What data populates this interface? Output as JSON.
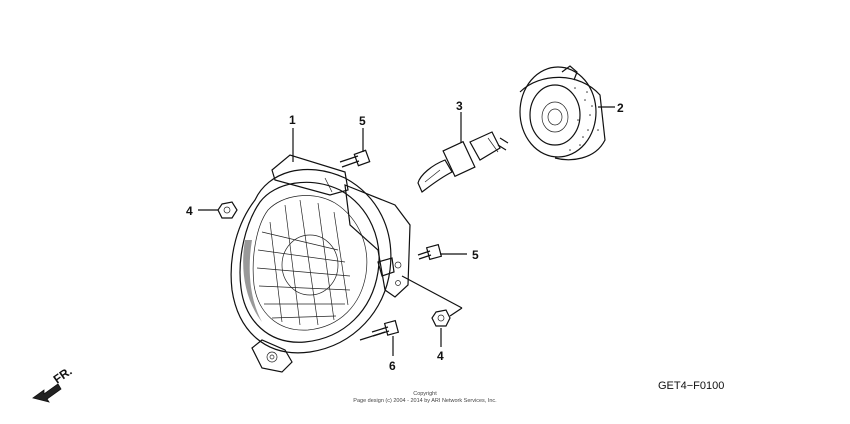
{
  "callouts": {
    "c1": "1",
    "c2": "2",
    "c3": "3",
    "c4a": "4",
    "c4b": "4",
    "c5a": "5",
    "c5b": "5",
    "c6": "6"
  },
  "direction_label": "FR.",
  "diagram_code": "GET4−F0100",
  "copyright": {
    "line1": "Copyright",
    "line2": "Page design (c) 2004 - 2014 by ARI Network Services, Inc."
  }
}
